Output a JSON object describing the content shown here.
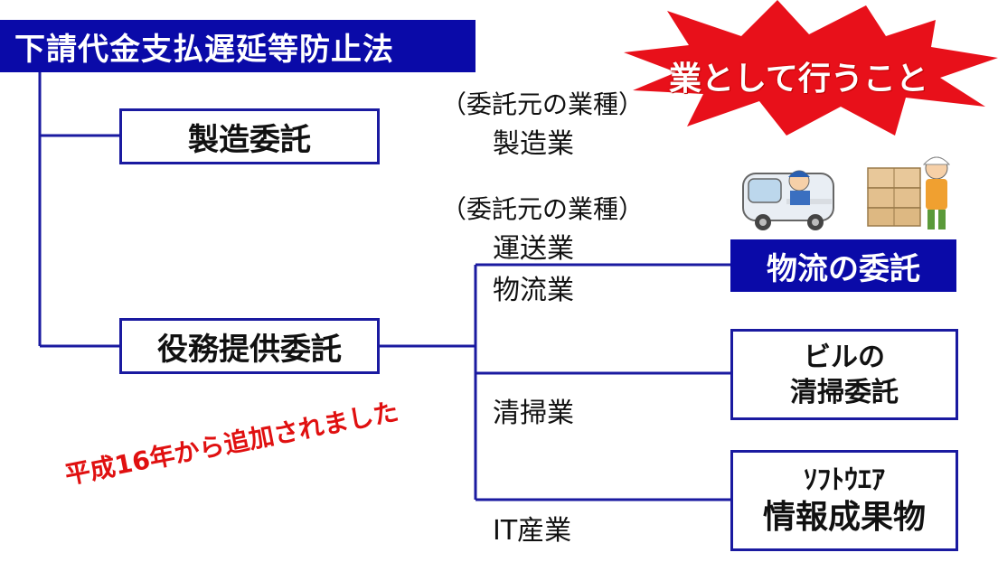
{
  "title": "下請代金支払遅延等防止法",
  "boxes": {
    "manufacturing": "製造委託",
    "service": "役務提供委託",
    "logistics": "物流の委託",
    "building_line1": "ビルの",
    "building_line2": "清掃委託",
    "software_line1": "ｿﾌﾄｳｴｱ",
    "software_line2": "情報成果物"
  },
  "labels": {
    "industry_type_1": "（委託元の業種）",
    "manufacturing_industry": "製造業",
    "industry_type_2": "（委託元の業種）",
    "transport": "運送業",
    "logistics_industry": "物流業",
    "cleaning": "清掃業",
    "it": "IT産業"
  },
  "burst": "業として行うこと",
  "note": "平成16年から追加されました",
  "colors": {
    "navy": "#0a0aa8",
    "line": "#1a1aa0",
    "burst_red": "#e8101a",
    "note_red": "#e01010"
  },
  "icons": [
    "delivery-van-driver-icon",
    "worker-with-boxes-icon"
  ]
}
